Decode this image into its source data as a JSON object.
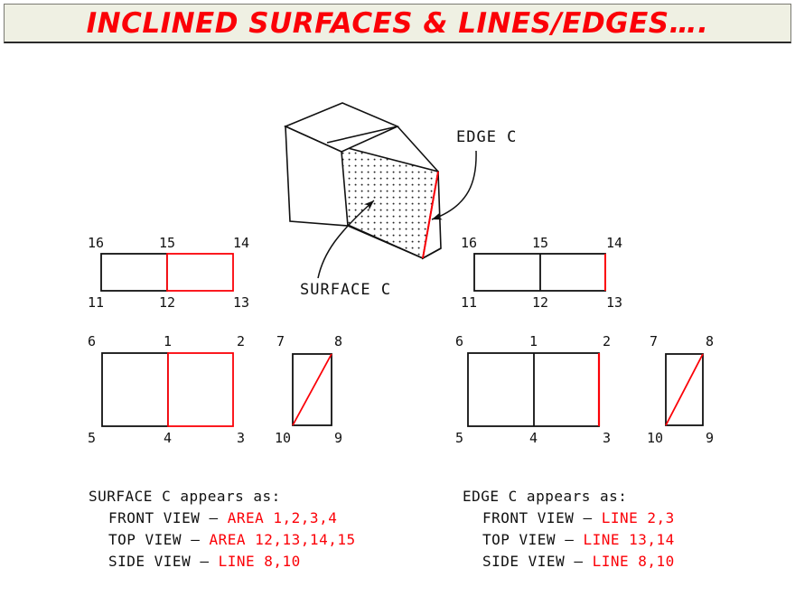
{
  "title": {
    "text": "INCLINED SURFACES & LINES/EDGES….",
    "color": "#fb0007",
    "background": "#eff0e3"
  },
  "colors": {
    "line": "#111111",
    "highlight": "#fb0007",
    "page_background": "#ffffff"
  },
  "pictorial": {
    "surface_callout": "SURFACE C",
    "edge_callout": "EDGE C"
  },
  "views": {
    "top_left": {
      "name": "top-view-surface",
      "labels": {
        "tl": "16",
        "tm": "15",
        "tr": "14",
        "bl": "11",
        "bm": "12",
        "br": "13"
      }
    },
    "top_right": {
      "name": "top-view-edge",
      "labels": {
        "tl": "16",
        "tm": "15",
        "tr": "14",
        "bl": "11",
        "bm": "12",
        "br": "13"
      }
    },
    "front_left": {
      "name": "front-view-surface",
      "labels": {
        "tl": "6",
        "tm": "1",
        "tr": "2",
        "bl": "5",
        "bm": "4",
        "br": "3"
      }
    },
    "front_right": {
      "name": "front-view-edge",
      "labels": {
        "tl": "6",
        "tm": "1",
        "tr": "2",
        "bl": "5",
        "bm": "4",
        "br": "3"
      }
    },
    "side_left": {
      "name": "side-view-surface",
      "labels": {
        "tl": "7",
        "tr": "8",
        "bl": "10",
        "br": "9"
      }
    },
    "side_right": {
      "name": "side-view-edge",
      "labels": {
        "tl": "7",
        "tr": "8",
        "bl": "10",
        "br": "9"
      }
    }
  },
  "captions": {
    "left": {
      "heading": "SURFACE C appears as:",
      "rows": [
        {
          "view": "FRONT VIEW",
          "dash": " – ",
          "value": "AREA 1,2,3,4"
        },
        {
          "view": "TOP VIEW",
          "dash": " – ",
          "value": "AREA 12,13,14,15"
        },
        {
          "view": "SIDE VIEW",
          "dash": " – ",
          "value": "LINE 8,10"
        }
      ]
    },
    "right": {
      "heading": "EDGE C appears as:",
      "rows": [
        {
          "view": "FRONT VIEW",
          "dash": " – ",
          "value": "LINE 2,3"
        },
        {
          "view": "TOP VIEW",
          "dash": " – ",
          "value": "LINE 13,14"
        },
        {
          "view": "SIDE VIEW",
          "dash": " – ",
          "value": "LINE 8,10"
        }
      ]
    }
  }
}
